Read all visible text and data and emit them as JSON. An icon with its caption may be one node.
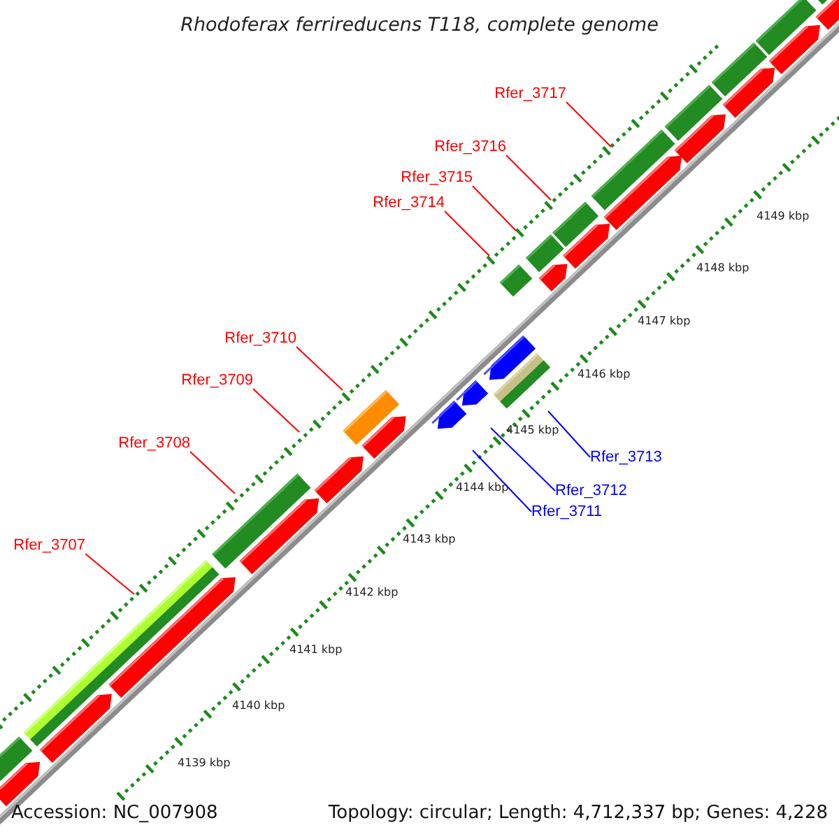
{
  "diagram": {
    "title": "Rhodoferax ferrireducens T118, complete genome",
    "nodes": [
      {
        "text": [
          "Rfer_3717"
        ]
      },
      {
        "text": [
          "Rfer_3716"
        ]
      },
      {
        "text": [
          "Rfer_3715"
        ]
      },
      {
        "text": [
          "Rfer_3714"
        ]
      },
      {
        "text": [
          "Rfer_3710"
        ]
      },
      {
        "text": [
          "Rfer_3709"
        ]
      },
      {
        "text": [
          "Rfer_3708"
        ]
      },
      {
        "text": [
          "Rfer_3713"
        ]
      },
      {
        "text": [
          "Rfer_3712"
        ]
      },
      {
        "text": [
          "Rfer_3711"
        ]
      },
      {
        "text": [
          "Rfer_3707"
        ]
      }
    ],
    "edges": [
      {
        "from": 0,
        "to": null,
        "arrow": "none"
      },
      {
        "from": 1,
        "to": null,
        "arrow": "none"
      },
      {
        "from": 2,
        "to": null,
        "arrow": "none"
      },
      {
        "from": 3,
        "to": null,
        "arrow": "none"
      },
      {
        "from": 4,
        "to": null,
        "arrow": "none"
      },
      {
        "from": 5,
        "to": null,
        "arrow": "none"
      },
      {
        "from": 6,
        "to": null,
        "arrow": "none"
      },
      {
        "from": 7,
        "to": null,
        "arrow": "none",
        "color": "#0000ff"
      },
      {
        "from": 8,
        "to": null,
        "arrow": "none",
        "color": "#0000ff"
      },
      {
        "from": 9,
        "to": null,
        "arrow": "none",
        "color": "#0000ff"
      },
      {
        "from": 10,
        "to": null,
        "arrow": "none"
      }
    ],
    "labels": [
      "4149 kbp",
      "4148 kbp",
      "4147 kbp",
      "4146 kbp",
      "4145 kbp",
      "4144 kbp",
      "4143 kbp",
      "4142 kbp",
      "4141 kbp",
      "4140 kbp",
      "4139 kbp",
      "Accession: NC_007908",
      "Topology: circular; Length: 4,712,337 bp; Genes: 4,228"
    ]
  }
}
